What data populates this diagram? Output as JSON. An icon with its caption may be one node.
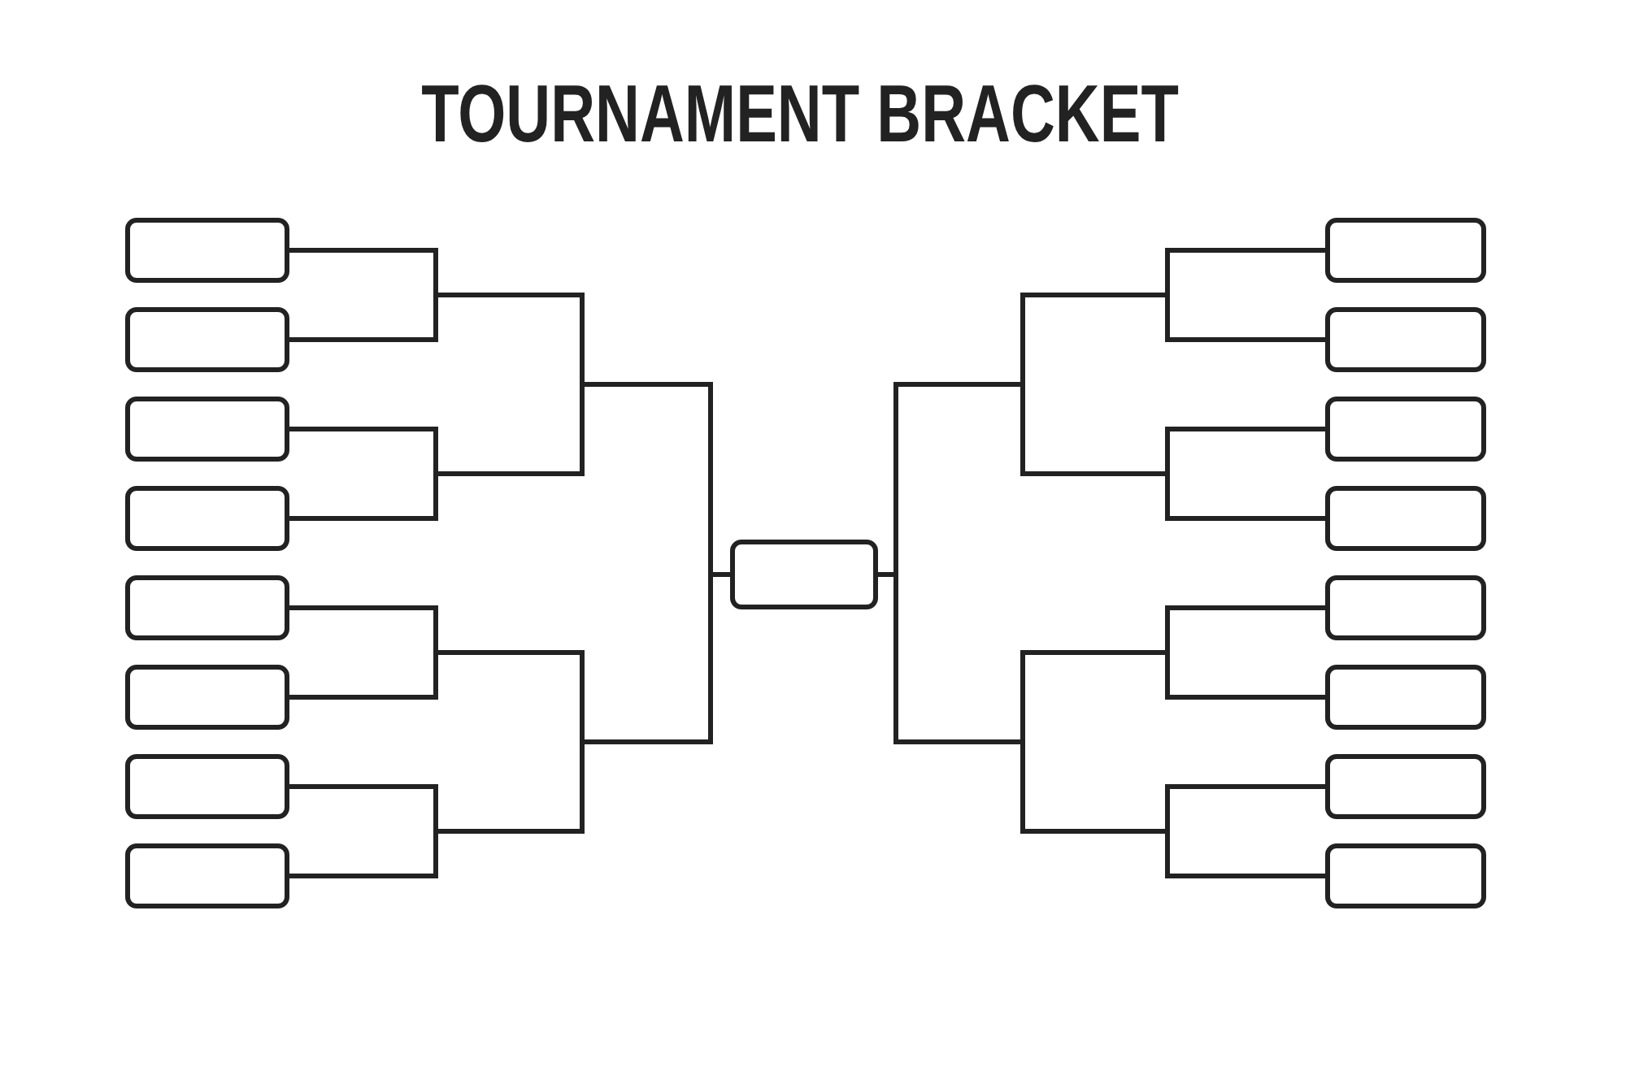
{
  "diagram": {
    "title": "TOURNAMENT BRACKET",
    "nodes": [
      {
        "text": [],
        "shape": "box"
      },
      {
        "text": [],
        "shape": "box"
      },
      {
        "text": [],
        "shape": "box"
      },
      {
        "text": [],
        "shape": "box"
      },
      {
        "text": [],
        "shape": "box"
      },
      {
        "text": [],
        "shape": "box"
      },
      {
        "text": [],
        "shape": "box"
      },
      {
        "text": [],
        "shape": "box"
      },
      {
        "text": [],
        "shape": "box"
      },
      {
        "text": [],
        "shape": "box"
      },
      {
        "text": [],
        "shape": "box"
      },
      {
        "text": [],
        "shape": "box"
      },
      {
        "text": [],
        "shape": "box"
      },
      {
        "text": [],
        "shape": "box"
      },
      {
        "text": [],
        "shape": "box"
      },
      {
        "text": [],
        "shape": "box"
      },
      {
        "text": [],
        "shape": "box"
      }
    ],
    "edges": [
      {
        "from": 0,
        "to": 8,
        "arrow": "none"
      },
      {
        "from": 1,
        "to": 8,
        "arrow": "none"
      },
      {
        "from": 2,
        "to": 8,
        "arrow": "none"
      },
      {
        "from": 3,
        "to": 8,
        "arrow": "none"
      },
      {
        "from": 4,
        "to": 8,
        "arrow": "none"
      },
      {
        "from": 5,
        "to": 8,
        "arrow": "none"
      },
      {
        "from": 6,
        "to": 8,
        "arrow": "none"
      },
      {
        "from": 7,
        "to": 8,
        "arrow": "none"
      },
      {
        "from": 9,
        "to": 8,
        "arrow": "none"
      },
      {
        "from": 10,
        "to": 8,
        "arrow": "none"
      },
      {
        "from": 11,
        "to": 8,
        "arrow": "none"
      },
      {
        "from": 12,
        "to": 8,
        "arrow": "none"
      },
      {
        "from": 13,
        "to": 8,
        "arrow": "none"
      },
      {
        "from": 14,
        "to": 8,
        "arrow": "none"
      },
      {
        "from": 15,
        "to": 8,
        "arrow": "none"
      },
      {
        "from": 16,
        "to": 8,
        "arrow": "none"
      }
    ]
  }
}
